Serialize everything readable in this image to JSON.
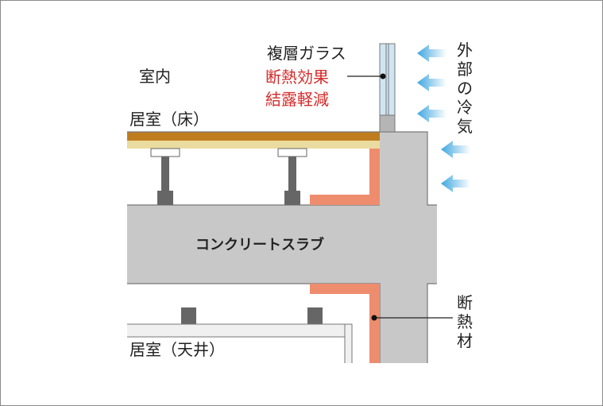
{
  "labels": {
    "indoor": "室内",
    "room_floor": "居室（床）",
    "double_glazing": "複層ガラス",
    "glass_benefit_1": "断熱効果",
    "glass_benefit_2": "結露軽減",
    "outside_cold_air": [
      "外",
      "部",
      "の",
      "冷",
      "気"
    ],
    "concrete_slab": "コンクリートスラブ",
    "insulation": [
      "断",
      "熱",
      "材"
    ],
    "room_ceiling": "居室（天井）"
  },
  "colors": {
    "concrete": "#c8c8c8",
    "insulation": "#ee8c6e",
    "floor_finish": "#c07d1e",
    "floor_base": "#eadba0",
    "glass": "#cfe6f2",
    "arrow": "#3fa6e0",
    "highlight_text": "#d42a2a"
  }
}
